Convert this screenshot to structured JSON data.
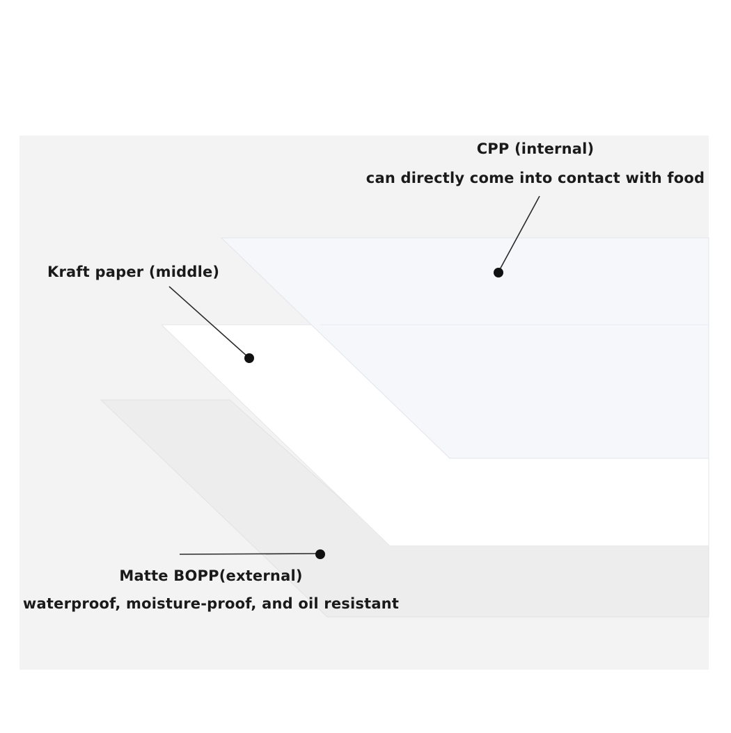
{
  "layers": {
    "inner": {
      "title": "CPP (internal)",
      "description": "can directly come into contact with food"
    },
    "middle": {
      "title": "Kraft paper (middle)"
    },
    "outer": {
      "title": "Matte BOPP(external)",
      "description": "waterproof, moisture-proof, and oil resistant"
    }
  },
  "colors": {
    "page": "#ffffff",
    "panel": "#f3f3f3",
    "inner_layer": "#f6f7fb",
    "middle_layer": "#ffffff",
    "outer_layer": "#eeedee",
    "leader_line": "#2a2a2a",
    "dot": "#111111"
  }
}
